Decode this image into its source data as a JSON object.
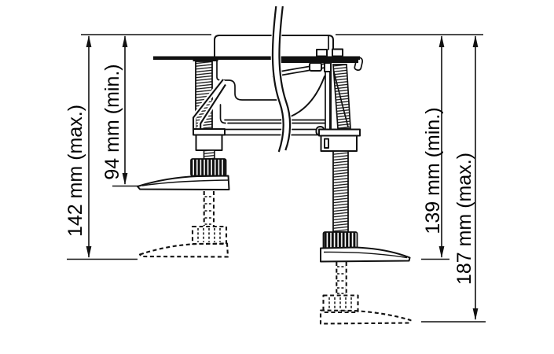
{
  "diagram": {
    "kind": "technical-line-drawing",
    "subject": "appliance adjustable levelling feet, side view",
    "colors": {
      "line": "#111111",
      "background": "#ffffff"
    },
    "dimensions": {
      "left_outer": "142 mm (max.)",
      "left_inner": "94 mm (min.)",
      "right_inner": "139 mm (min.)",
      "right_outer": "187 mm (max.)"
    }
  }
}
